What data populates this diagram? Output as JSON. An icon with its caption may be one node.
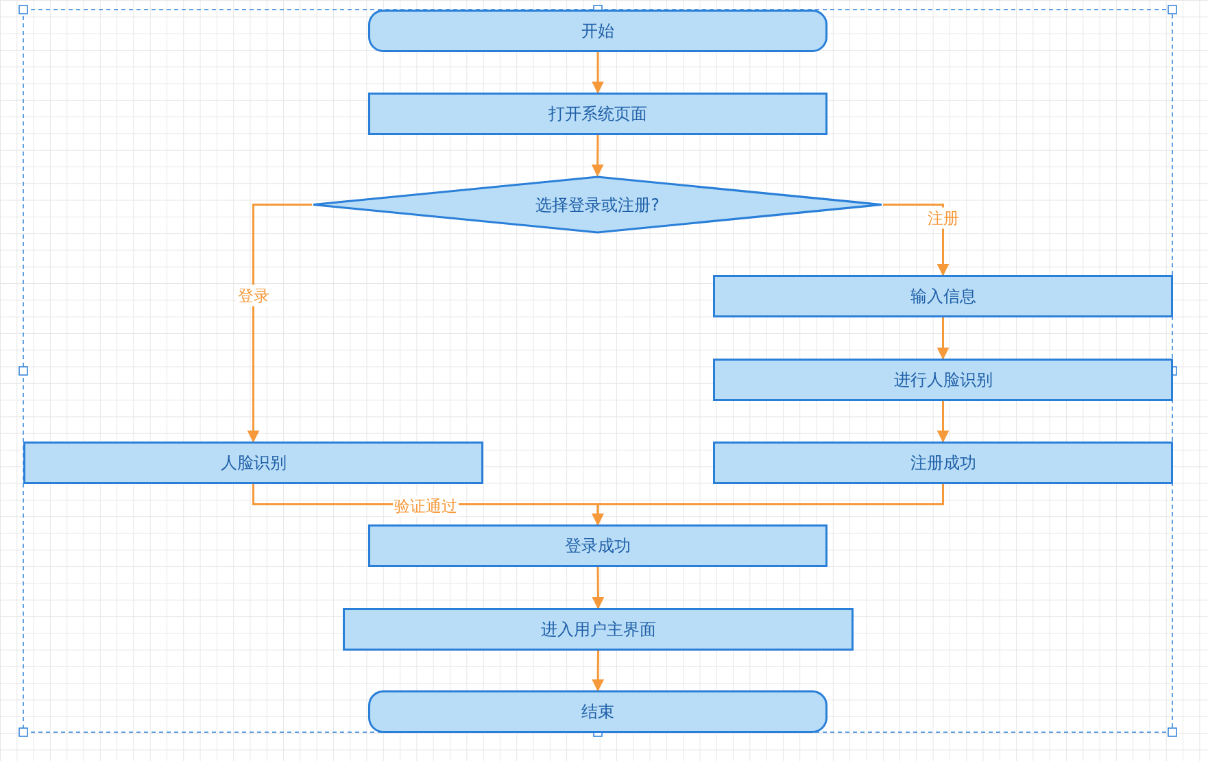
{
  "diagram": {
    "nodes": [
      {
        "text": [
          "开始"
        ]
      },
      {
        "text": [
          "打开系统页面"
        ]
      },
      {
        "text": [
          "选择登录或注册?"
        ]
      },
      {
        "text": [
          "输入信息"
        ]
      },
      {
        "text": [
          "进行人脸识别"
        ]
      },
      {
        "text": [
          "人脸识别"
        ]
      },
      {
        "text": [
          "注册成功"
        ]
      },
      {
        "text": [
          "登录成功"
        ]
      },
      {
        "text": [
          "进入用户主界面"
        ]
      },
      {
        "text": [
          "结束"
        ]
      }
    ],
    "edges": [
      {
        "from": 0,
        "to": 1,
        "arrow": "to"
      },
      {
        "from": 1,
        "to": 2,
        "arrow": "to"
      },
      {
        "from": 2,
        "to": 5,
        "arrow": "to",
        "label": "登录"
      },
      {
        "from": 2,
        "to": 3,
        "arrow": "to",
        "label": "注册"
      },
      {
        "from": 3,
        "to": 4,
        "arrow": "to"
      },
      {
        "from": 4,
        "to": 6,
        "arrow": "to"
      },
      {
        "from": 5,
        "to": 7,
        "arrow": "to",
        "label": "验证通过"
      },
      {
        "from": 6,
        "to": 7,
        "arrow": "to"
      },
      {
        "from": 7,
        "to": 8,
        "arrow": "to"
      },
      {
        "from": 8,
        "to": 9,
        "arrow": "to"
      }
    ]
  }
}
